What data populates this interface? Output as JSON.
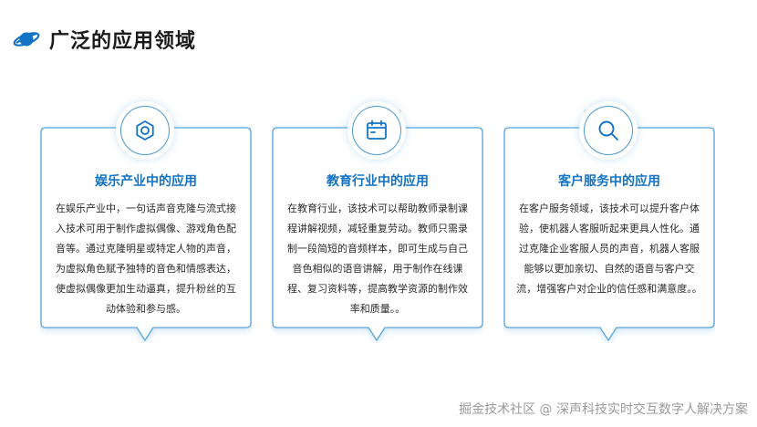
{
  "header": {
    "title": "广泛的应用领域",
    "icon": "planet-icon",
    "accent_color": "#1273c6"
  },
  "cards": [
    {
      "icon": "hexagon-nut-icon",
      "title": "娱乐产业中的应用",
      "body": "在娱乐产业中，一句话声音克隆与流式接入技术可用于制作虚拟偶像、游戏角色配音等。通过克隆明星或特定人物的声音，为虚拟角色赋予独特的音色和情感表达，使虚拟偶像更加生动逼真，提升粉丝的互动体验和参与感。"
    },
    {
      "icon": "calendar-icon",
      "title": "教育行业中的应用",
      "body": "在教育行业，该技术可以帮助教师录制课程讲解视频，减轻重复劳动。教师只需录制一段简短的音频样本，即可生成与自己音色相似的语音讲解，用于制作在线课程、复习资料等，提高教学资源的制作效率和质量。。"
    },
    {
      "icon": "search-icon",
      "title": "客户服务中的应用",
      "body": "在客户服务领域，该技术可以提升客户体验，使机器人客服听起来更具人性化。通过克隆企业客服人员的声音，机器人客服能够以更加亲切、自然的语音与客户交流，增强客户对企业的信任感和满意度。。"
    }
  ],
  "footer": {
    "watermark": "掘金技术社区 @ 深声科技实时交互数字人解决方案"
  }
}
